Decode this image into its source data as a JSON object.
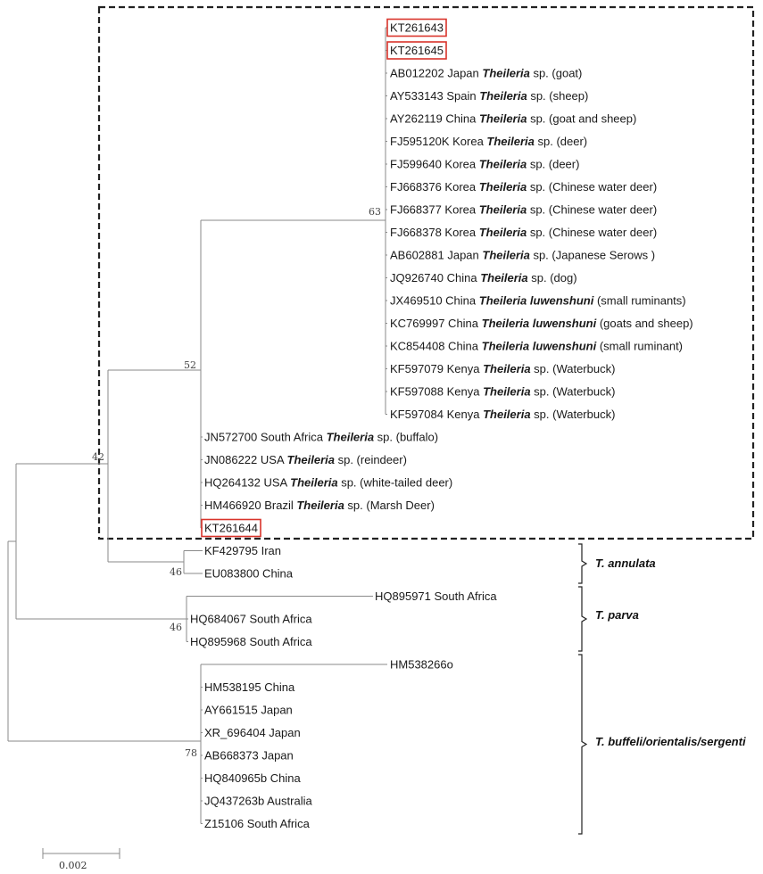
{
  "leaves": [
    {
      "text": "KT261643",
      "highlight": true
    },
    {
      "text": "KT261645",
      "highlight": true
    },
    {
      "pre": "AB012202 Japan ",
      "genus": "Theileria",
      "post": " sp. (goat)"
    },
    {
      "pre": "AY533143 Spain ",
      "genus": "Theileria",
      "post": " sp. (sheep)"
    },
    {
      "pre": "AY262119 China ",
      "genus": "Theileria",
      "post": " sp. (goat and sheep)"
    },
    {
      "pre": "FJ595120K Korea ",
      "genus": "Theileria",
      "post": " sp. (deer)"
    },
    {
      "pre": "FJ599640 Korea ",
      "genus": "Theileria",
      "post": " sp. (deer)"
    },
    {
      "pre": "FJ668376 Korea ",
      "genus": "Theileria",
      "post": " sp. (Chinese water deer)"
    },
    {
      "pre": "FJ668377 Korea ",
      "genus": "Theileria",
      "post": " sp. (Chinese water deer)"
    },
    {
      "pre": "FJ668378 Korea ",
      "genus": "Theileria",
      "post": " sp. (Chinese water deer)"
    },
    {
      "pre": "AB602881 Japan ",
      "genus": "Theileria",
      "post": " sp. (Japanese Serows )"
    },
    {
      "pre": "JQ926740 China ",
      "genus": "Theileria",
      "post": " sp. (dog)"
    },
    {
      "pre": "JX469510 China ",
      "genus": "Theileria luwenshuni",
      "post": " (small ruminants)"
    },
    {
      "pre": "KC769997 China ",
      "genus": "Theileria luwenshuni",
      "post": " (goats and sheep)"
    },
    {
      "pre": "KC854408 China ",
      "genus": "Theileria luwenshuni",
      "post": " (small ruminant)"
    },
    {
      "pre": "KF597079 Kenya ",
      "genus": "Theileria",
      "post": " sp. (Waterbuck)"
    },
    {
      "pre": "KF597088 Kenya ",
      "genus": "Theileria",
      "post": " sp. (Waterbuck)"
    },
    {
      "pre": "KF597084 Kenya ",
      "genus": "Theileria",
      "post": " sp. (Waterbuck)"
    },
    {
      "pre": "JN572700 South Africa ",
      "genus": "Theileria",
      "post": " sp. (buffalo)"
    },
    {
      "pre": "JN086222 USA ",
      "genus": "Theileria",
      "post": " sp. (reindeer)"
    },
    {
      "pre": "HQ264132 USA ",
      "genus": "Theileria",
      "post": " sp. (white-tailed deer)"
    },
    {
      "pre": "HM466920 Brazil ",
      "genus": "Theileria",
      "post": " sp. (Marsh Deer)"
    },
    {
      "text": "KT261644",
      "highlight": true
    },
    {
      "text": "KF429795 Iran"
    },
    {
      "text": "EU083800 China"
    },
    {
      "text": "HQ895971 South Africa"
    },
    {
      "text": "HQ684067 South Africa"
    },
    {
      "text": "HQ895968 South Africa"
    },
    {
      "text": "HM538266o"
    },
    {
      "text": "HM538195 China"
    },
    {
      "text": "AY661515 Japan"
    },
    {
      "text": "XR_696404 Japan"
    },
    {
      "text": "AB668373  Japan"
    },
    {
      "text": "HQ840965b China"
    },
    {
      "text": "JQ437263b Australia"
    },
    {
      "text": "Z15106 South Africa"
    }
  ],
  "support_values": [
    "63",
    "52",
    "42",
    "46",
    "46",
    "78"
  ],
  "clades": [
    "T. annulata",
    "T. parva",
    "T. buffeli/orientalis/sergenti"
  ],
  "scale_bar": "0.002",
  "colors": {
    "highlight": "#d9342b",
    "branch": "#8a8a8a",
    "box": "#222222"
  }
}
